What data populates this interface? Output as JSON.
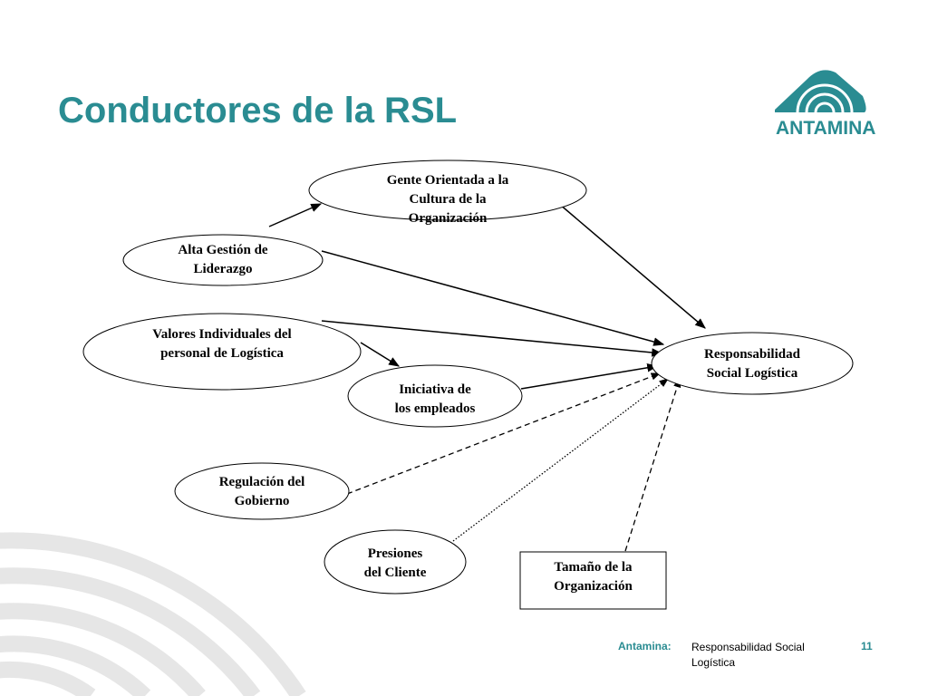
{
  "slide": {
    "title": "Conductores de la RSL"
  },
  "logo": {
    "text": "ANTAMINA",
    "color": "#2a8c92"
  },
  "diagram": {
    "nodes": {
      "gente": "Gente Orientada  a la\nCultura de la\nOrganización",
      "alta": "Alta Gestión de\nLiderazgo",
      "valores": "Valores Individuales del\npersonal de Logística",
      "iniciativa": "Iniciativa de\nlos empleados",
      "responsabilidad": "Responsabilidad\nSocial Logística",
      "regulacion": "Regulación del\nGobierno",
      "presiones": "Presiones\ndel Cliente",
      "tamano": "Tamaño de la\nOrganización"
    }
  },
  "footer": {
    "brand": "Antamina:",
    "title": "Responsabilidad Social\nLogística",
    "page": "11"
  },
  "colors": {
    "accent": "#2a8c92",
    "watermark": "#e6e6e6"
  }
}
